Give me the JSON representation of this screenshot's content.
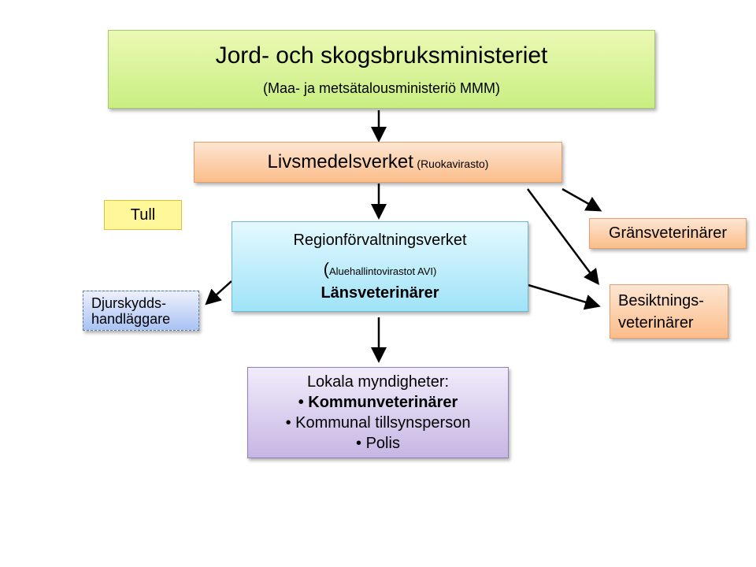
{
  "ministry": {
    "title": "Jord- och skogsbruksministeriet",
    "subtitle": "(Maa- ja metsätalousministeriö MMM)"
  },
  "food_agency": {
    "title": "Livsmedelsverket",
    "subtitle": "(Ruokavirasto)"
  },
  "customs": {
    "title": "Tull"
  },
  "regional": {
    "title": "Regionförvaltningsverket",
    "paren_open": "(",
    "subtitle": "Aluehallintovirastot AVI)",
    "role": "Länsveterinärer"
  },
  "animal_welfare": {
    "line1": "Djurskydds-",
    "line2": "handläggare"
  },
  "border_vets": {
    "title": "Gränsveterinärer"
  },
  "inspection_vets": {
    "line1": "Besiktnings-",
    "line2": "veterinärer"
  },
  "local": {
    "title": "Lokala myndigheter:",
    "items": [
      "• Kommunveterinärer",
      "• Kommunal tillsynsperson",
      "• Polis"
    ]
  }
}
